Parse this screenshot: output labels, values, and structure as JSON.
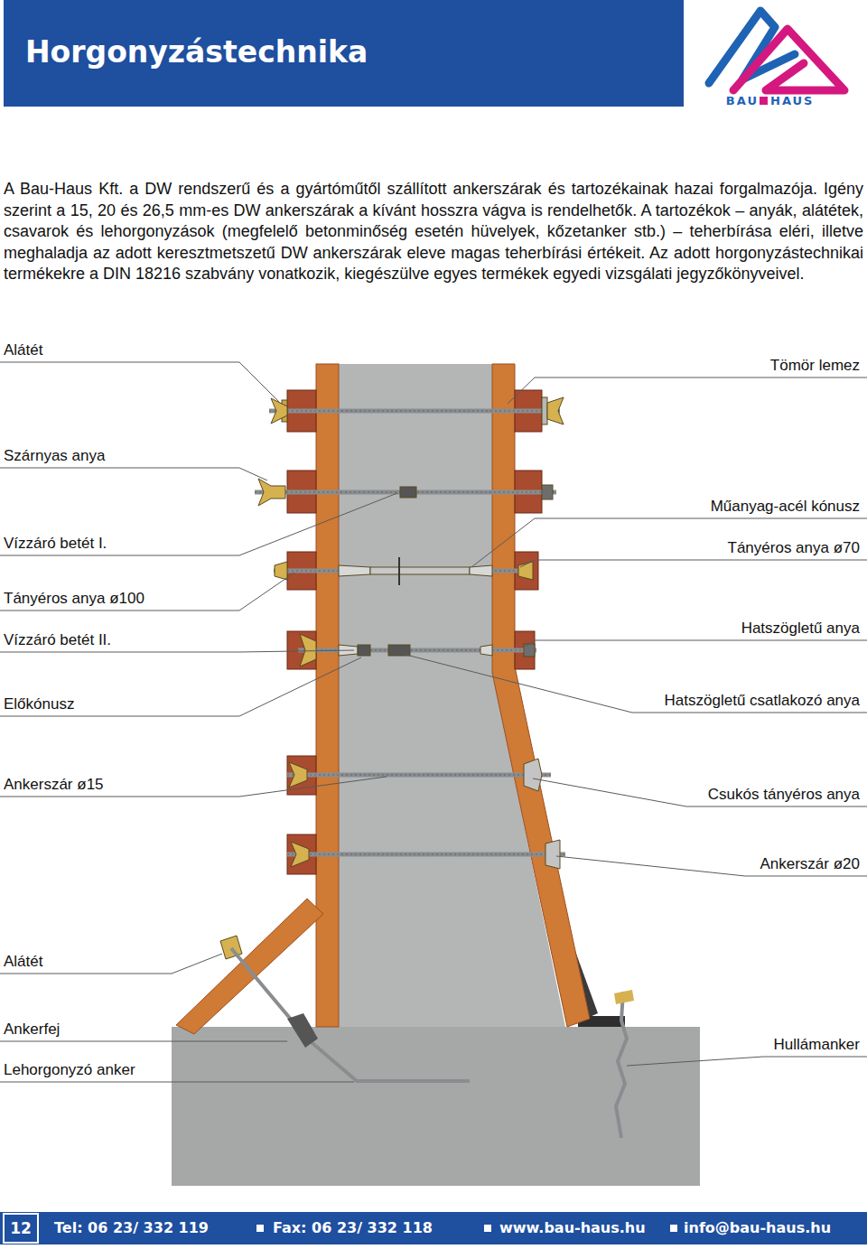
{
  "diagram": {
    "title": "Horgonyzástechnika",
    "labels": [
      "A Bau-Haus Kft. a DW rendszerű és a gyártóműtől szállított ankerszárak és tartozékainak hazai forgalmazója. Igény szerint a 15, 20 és 26,5 mm-es DW ankerszárak a kívánt hosszra vágva is rendelhetők. A tartozékok – anyák, alátétek, csavarok és lehorgonyzások (megfelelő betonminőség esetén hüvelyek, kőzetanker stb.) – teherbírása eléri, illetve meghaladja az adott keresztmetszetű DW ankerszárak eleve magas teherbírási értékeit. Az adott horgonyzástechnikai termékekre a DIN 18216 szabvány vonatkozik, kiegészülve egyes termékek egyedi vizsgálati jegyzőkönyveivel.",
      "Alátét",
      "Tömör lemez",
      "Szárnyas anya",
      "Műanyag-acél kónusz",
      "Vízzáró betét I.",
      "Tányéros anya ø70",
      "Tányéros anya ø100",
      "Vízzáró betét II.",
      "Hatszögletű anya",
      "Előkónusz",
      "Hatszögletű csatlakozó anya",
      "Ankerszár ø15",
      "Csukós tányéros anya",
      "Ankerszár ø20",
      "Alátét",
      "Ankerfej",
      "Hullámanker",
      "Lehorgonyzó anker",
      "BAU",
      "HAUS",
      "12",
      "Tel: 06 23/ 332 119",
      "Fax: 06 23/ 332 118",
      "www.bau-haus.hu",
      "info@bau-haus.hu"
    ]
  }
}
